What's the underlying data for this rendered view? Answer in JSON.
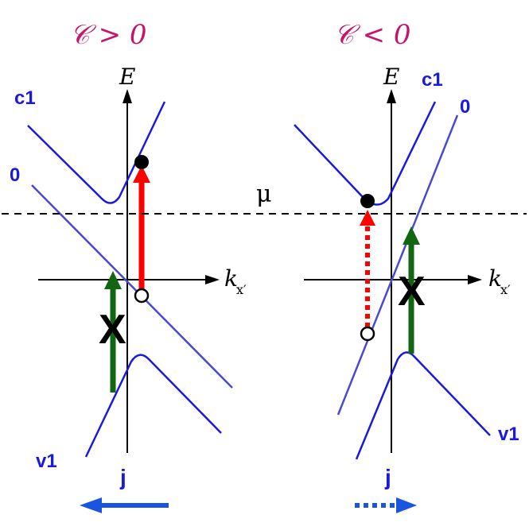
{
  "left_panel": {
    "title": "𝒞 > 0",
    "axis_e": "E",
    "axis_k": "k",
    "axis_k_sub": "x′",
    "band_c1": "c1",
    "band_0": "0",
    "band_v1": "v1",
    "x_mark": "X",
    "current_label": "j",
    "arrow_direction": "left"
  },
  "right_panel": {
    "title": "𝒞 < 0",
    "axis_e": "E",
    "axis_k": "k",
    "axis_k_sub": "x′",
    "band_c1": "c1",
    "band_0": "0",
    "band_v1": "v1",
    "x_mark": "X",
    "current_label": "j",
    "arrow_direction": "right"
  },
  "chemical_potential": "μ",
  "colors": {
    "title": "#c8136b",
    "band": "#1a1adf",
    "zero_mode": "#4a4ad0",
    "allowed_transition": "#ff0000",
    "blocked_transition": "#116611",
    "current_arrow": "#1a55e0"
  }
}
